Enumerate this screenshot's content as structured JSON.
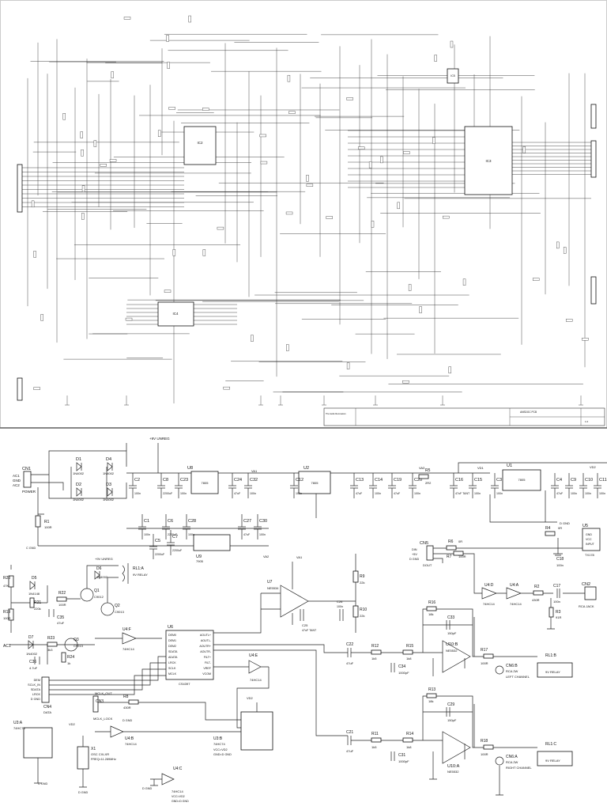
{
  "top_sheet": {
    "ic_labels": [
      "IC2",
      "IC3",
      "IC4",
      "IC5"
    ],
    "title_block": {
      "company": "The Audio Renovators",
      "title": "ANSDGC PCB",
      "rev": "1.0"
    }
  },
  "bottom_sheet": {
    "power_section": {
      "connector": {
        "ref": "CN1",
        "pins": [
          "AC1",
          "GND",
          "AC2"
        ],
        "label": "POWER"
      },
      "diodes": [
        {
          "ref": "D1",
          "value": "1N4002"
        },
        {
          "ref": "D4",
          "value": "1N4002"
        },
        {
          "ref": "D2",
          "value": "1N4002"
        },
        {
          "ref": "D3",
          "value": "1N4002"
        }
      ],
      "rail_label": "+9V UNREG",
      "regulators": [
        {
          "ref": "U8",
          "value": "7805"
        },
        {
          "ref": "U2",
          "value": "7805"
        },
        {
          "ref": "U1",
          "value": "7805"
        },
        {
          "ref": "U9",
          "value": "7905"
        }
      ],
      "caps": [
        {
          "ref": "C2",
          "value": "100n"
        },
        {
          "ref": "C8",
          "value": "2200uF"
        },
        {
          "ref": "C23",
          "value": "100n"
        },
        {
          "ref": "C24",
          "value": "47uF"
        },
        {
          "ref": "C32",
          "value": "100n"
        },
        {
          "ref": "C12",
          "value": "100n"
        },
        {
          "ref": "C13",
          "value": "47uF"
        },
        {
          "ref": "C14",
          "value": "100n"
        },
        {
          "ref": "C19",
          "value": "47uF"
        },
        {
          "ref": "C20",
          "value": "100n"
        },
        {
          "ref": "C16",
          "value": "47uF TANT"
        },
        {
          "ref": "C15",
          "value": "100n"
        },
        {
          "ref": "C3",
          "value": "100n"
        },
        {
          "ref": "C4",
          "value": "47uF"
        },
        {
          "ref": "C9",
          "value": "100n"
        },
        {
          "ref": "C10",
          "value": "100n"
        },
        {
          "ref": "C11",
          "value": "100n"
        },
        {
          "ref": "C1",
          "value": "100n"
        },
        {
          "ref": "C6",
          "value": "2200uF"
        },
        {
          "ref": "C7",
          "value": "2200uF"
        },
        {
          "ref": "C5",
          "value": "2200uF"
        },
        {
          "ref": "C28",
          "value": "100n"
        },
        {
          "ref": "C27",
          "value": "47uF"
        },
        {
          "ref": "C30",
          "value": "100n"
        }
      ],
      "resistors": [
        {
          "ref": "R1",
          "value": "100R"
        },
        {
          "ref": "R5",
          "value": "2R2"
        }
      ],
      "rails": [
        "VA1",
        "VA2",
        "VD1",
        "VD2",
        "VA3"
      ],
      "grounds": [
        "D GND",
        "C GND"
      ]
    },
    "spdif_section": {
      "cn5": {
        "ref": "CN5",
        "pins": [
          "DIN",
          "+5V",
          "D GND"
        ],
        "label": "DOUT"
      },
      "r6": {
        "ref": "R6",
        "value": "0R"
      },
      "r7": {
        "ref": "R7",
        "value": "100R"
      },
      "r4": {
        "ref": "R4",
        "value": "0R"
      },
      "u5": {
        "ref": "U5",
        "pins": [
          "GND",
          "VCC",
          "INPUT"
        ],
        "value": "TX178"
      },
      "c18": {
        "ref": "C18",
        "value": "100n"
      },
      "u4d": {
        "ref": "U4:D",
        "value": "74HC14"
      },
      "u4a": {
        "ref": "U4:A",
        "value": "74HC14"
      },
      "r2": {
        "ref": "R2",
        "value": "430R"
      },
      "c17": {
        "ref": "C17",
        "value": "100n"
      },
      "cn2": {
        "ref": "CN2",
        "value": "RCA JACK"
      },
      "r3": {
        "ref": "R3",
        "value": "91R"
      }
    },
    "mute_section": {
      "r20": {
        "ref": "R20",
        "value": "47K"
      },
      "d5": {
        "ref": "D5",
        "value": "1N4148"
      },
      "r21": {
        "ref": "R21",
        "value": "220k"
      },
      "r22": {
        "ref": "R22",
        "value": "100R"
      },
      "r19": {
        "ref": "R19",
        "value": "100R"
      },
      "c35": {
        "ref": "C35",
        "value": "47uF"
      },
      "d6": {
        "ref": "D6",
        "value": "1N4002"
      },
      "q1": {
        "ref": "Q1",
        "value": "C9012"
      },
      "q2": {
        "ref": "Q2",
        "value": "C9013"
      },
      "rl1a": {
        "ref": "RL1:A",
        "value": "9V RELAY"
      },
      "d7": {
        "ref": "D7",
        "value": "1N4002"
      },
      "r23": {
        "ref": "R23",
        "value": "3k3"
      },
      "q3": {
        "ref": "Q3",
        "value": "C9013"
      },
      "r24": {
        "ref": "R24",
        "value": "1k"
      },
      "c36": {
        "ref": "C36",
        "value": "4.7uF"
      },
      "ac1": "AC1"
    },
    "dac_section": {
      "u4f": {
        "ref": "U4:F",
        "value": "74HC14"
      },
      "u6": {
        "ref": "U6",
        "value": "CS4397",
        "left_pins": [
          "DEM0",
          "DEM1",
          "DEM2",
          "SDATA",
          "ADATA",
          "LRCK",
          "SCLK",
          "MCLK"
        ],
        "right_pins": [
          "AOUTL+",
          "AOUTL-",
          "AOUTR+",
          "AOUTR-",
          "FILT+",
          "FILT-",
          "VREF",
          "VCOM"
        ]
      },
      "u7": {
        "ref": "U7",
        "value": "NE5534"
      },
      "c25": {
        "ref": "C25",
        "value": "47uF TANT"
      },
      "c26": {
        "ref": "C26",
        "value": "100n"
      },
      "r9": {
        "ref": "R9",
        "value": "22k"
      },
      "r10": {
        "ref": "R10",
        "value": "22k"
      },
      "u4e": {
        "ref": "U4:E",
        "value": "74HC14"
      },
      "cn4": {
        "ref": "CN4",
        "pins": [
          "DEM",
          "SCLK_IN",
          "SDATA",
          "LRCK",
          "D GND"
        ],
        "label": "DATA"
      },
      "cn3": {
        "ref": "CN3",
        "label": "MCLK_LOCK",
        "net": "MCLK_OUT"
      },
      "r8": {
        "ref": "R8",
        "value": "430R"
      },
      "u3b": {
        "ref": "U3:B",
        "value": "74HC74",
        "notes": [
          "VCC=VD2",
          "GND=D GND"
        ]
      },
      "u3a": {
        "ref": "U3:A",
        "value": "74HC74"
      },
      "u4b": {
        "ref": "U4:B",
        "value": "74HC14"
      },
      "x1": {
        "ref": "X1",
        "value": "OSC CXLXR",
        "freq": "FREQ=11.289MHz"
      },
      "u4c": {
        "ref": "U4:C",
        "value": "74HC14",
        "notes": [
          "VCC=VD2",
          "GND=D GND"
        ]
      }
    },
    "output_left": {
      "c22": {
        "ref": "C22",
        "value": "47uF"
      },
      "r12": {
        "ref": "R12",
        "value": "1k5"
      },
      "r15": {
        "ref": "R15",
        "value": "1k8"
      },
      "r16": {
        "ref": "R16",
        "value": "18k"
      },
      "c33": {
        "ref": "C33",
        "value": "150pF"
      },
      "c34": {
        "ref": "C34",
        "value": "1000pF"
      },
      "u10b": {
        "ref": "U10:B",
        "value": "NE5532"
      },
      "r17": {
        "ref": "R17",
        "value": "100R"
      },
      "cn6b": {
        "ref": "CN6:B",
        "value": "RCA 2W",
        "label": "LEFT CHANNEL"
      },
      "rl1b": {
        "ref": "RL1:B",
        "value": "9V RELAY"
      }
    },
    "output_right": {
      "c21": {
        "ref": "C21",
        "value": "47uF"
      },
      "r11": {
        "ref": "R11",
        "value": "1k5"
      },
      "r14": {
        "ref": "R14",
        "value": "1k8"
      },
      "r13": {
        "ref": "R13",
        "value": "18k"
      },
      "c29": {
        "ref": "C29",
        "value": "150pF"
      },
      "c31": {
        "ref": "C31",
        "value": "1000pF"
      },
      "u10a": {
        "ref": "U10:A",
        "value": "NE5532"
      },
      "r18": {
        "ref": "R18",
        "value": "100R"
      },
      "cn6a": {
        "ref": "CN6:A",
        "value": "RCA 2W",
        "label": "RIGHT CHANNEL"
      },
      "rl1c": {
        "ref": "RL1:C",
        "value": "9V RELAY"
      }
    }
  }
}
